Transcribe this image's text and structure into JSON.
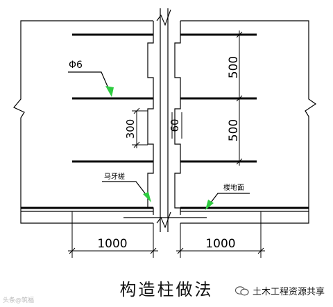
{
  "caption": "构造柱做法",
  "labels": {
    "rebar": "Φ6",
    "spacing_top": "500",
    "spacing_bottom": "500",
    "tooth_height": "300",
    "tooth_depth": "60",
    "horse_tooth": "马牙槎",
    "ground_line": "楼地面",
    "dim_left": "1000",
    "dim_right": "1000"
  },
  "source": "土木工程资源共享",
  "watermark": "头条@筑福"
}
